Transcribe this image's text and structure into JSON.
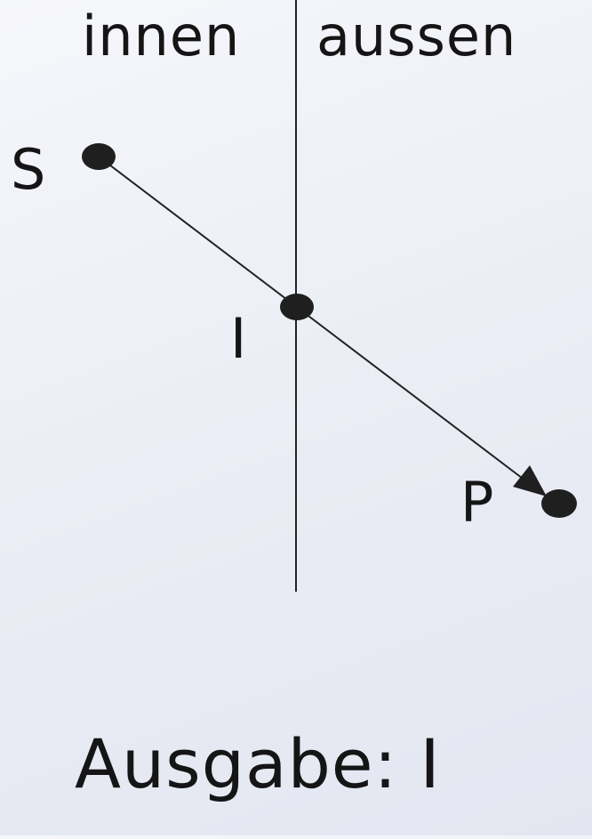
{
  "labels": {
    "inside": "innen",
    "outside": "aussen",
    "point_s": "S",
    "point_i": "I",
    "point_p": "P"
  },
  "output": {
    "prefix": "Ausgabe:",
    "value": "I"
  },
  "colors": {
    "line": "#222222",
    "point": "#1f1f1f",
    "text": "#151515"
  }
}
